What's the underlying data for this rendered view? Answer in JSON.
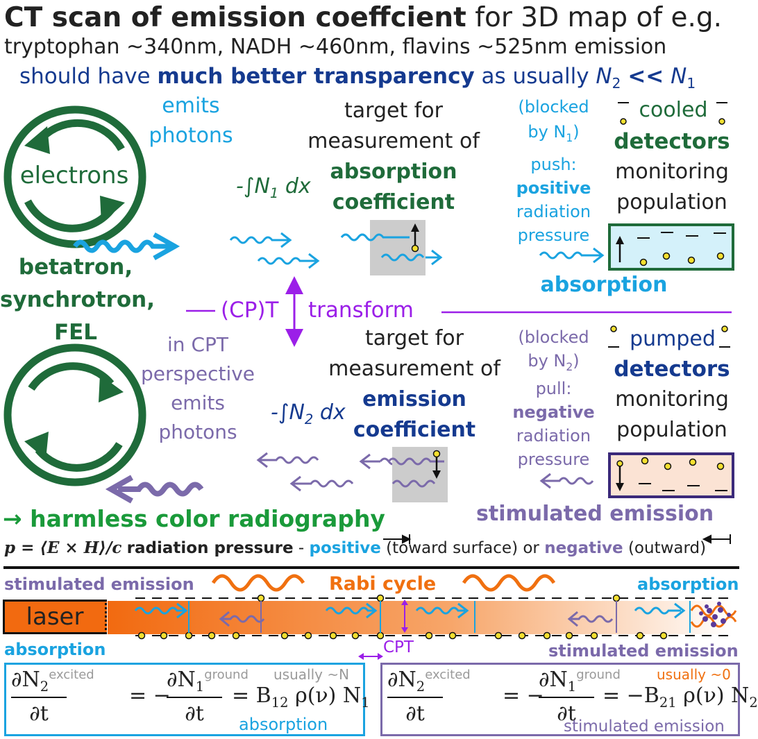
{
  "header": {
    "title_bold": "CT scan of emission coeffcient",
    "title_rest": "for 3D map of e.g.",
    "line2": "tryptophan ~340nm, NADH ~460nm, flavins ~525nm emission",
    "line3_a": "should have",
    "line3_b": "much better transparency",
    "line3_c": "as usually",
    "line3_n2": "N",
    "line3_sub2": "2",
    "line3_ll": "<<",
    "line3_n1": "N",
    "line3_sub1": "1"
  },
  "top": {
    "electrons": "electrons",
    "emits": "emits",
    "photons": "photons",
    "target1": "target for",
    "target2": "measurement of",
    "abs1": "absorption",
    "abs2": "coefficient",
    "integral": "-∫N",
    "integral_sub": "1",
    "integral_dx": "dx",
    "blocked1": "(blocked",
    "blocked2": "by N",
    "blocked2_sub": "1",
    "blocked2_end": ")",
    "push": "push:",
    "positive": "positive",
    "radiation": "radiation",
    "pressure": "pressure",
    "cooled": "cooled",
    "detectors": "detectors",
    "monitoring": "monitoring",
    "population": "population",
    "absorption": "absorption"
  },
  "middle": {
    "sources1": "betatron,",
    "sources2": "synchrotron,",
    "sources3": "FEL",
    "cpt": "(CP)T",
    "transform": "transform"
  },
  "bottom": {
    "in_cpt": "in CPT",
    "perspective": "perspective",
    "emits": "emits",
    "photons": "photons",
    "integral": "-∫N",
    "integral_sub": "2",
    "integral_dx": "dx",
    "target1": "target for",
    "target2": "measurement of",
    "em1": "emission",
    "em2": "coefficient",
    "blocked1": "(blocked",
    "blocked2": "by N",
    "blocked2_sub": "2",
    "blocked2_end": ")",
    "pull": "pull:",
    "negative": "negative",
    "radiation": "radiation",
    "pressure": "pressure",
    "pumped": "pumped",
    "detectors": "detectors",
    "monitoring": "monitoring",
    "population": "population",
    "stim": "stimulated emission"
  },
  "radiography": "→ harmless color radiography",
  "pressure_line": {
    "formula": "p = ⟨E × H⟩/c",
    "label": "radiation pressure",
    "dash": "-",
    "positive": "positive",
    "toward": "(toward surface) or",
    "negative": "negative",
    "outward": "(outward)"
  },
  "laser_section": {
    "stim_left": "stimulated emission",
    "rabi": "Rabi cycle",
    "abs_right": "absorption",
    "laser": "laser",
    "abs_left": "absorption",
    "cpt": "CPT",
    "stim_right": "stimulated emission"
  },
  "eq_left": {
    "lhs_num": "∂N",
    "lhs_sub": "2",
    "lhs_sup": "excited",
    "den": "∂t",
    "eq_minus": "= −",
    "mid_num": "∂N",
    "mid_sub": "1",
    "mid_sup": "ground",
    "rhs": "= B",
    "rhs_sub": "12",
    "rhs_rest": "ρ(ν) N",
    "rhs_sub2": "1",
    "note": "usually ~N",
    "label": "absorption"
  },
  "eq_right": {
    "lhs_num": "∂N",
    "lhs_sub": "2",
    "lhs_sup": "excited",
    "den": "∂t",
    "eq_minus": "= −",
    "mid_num": "∂N",
    "mid_sub": "1",
    "mid_sup": "ground",
    "rhs": "= −B",
    "rhs_sub": "21",
    "rhs_rest": "ρ(ν) N",
    "rhs_sub2": "2",
    "note": "usually ~0",
    "label": "stimulated emission"
  },
  "colors": {
    "dark_green": "#1f6b3a",
    "cyan": "#1aa3e0",
    "navy": "#153a8f",
    "purple": "#9b1fe8",
    "lavender": "#7b6aaa",
    "orange": "#f07010"
  }
}
